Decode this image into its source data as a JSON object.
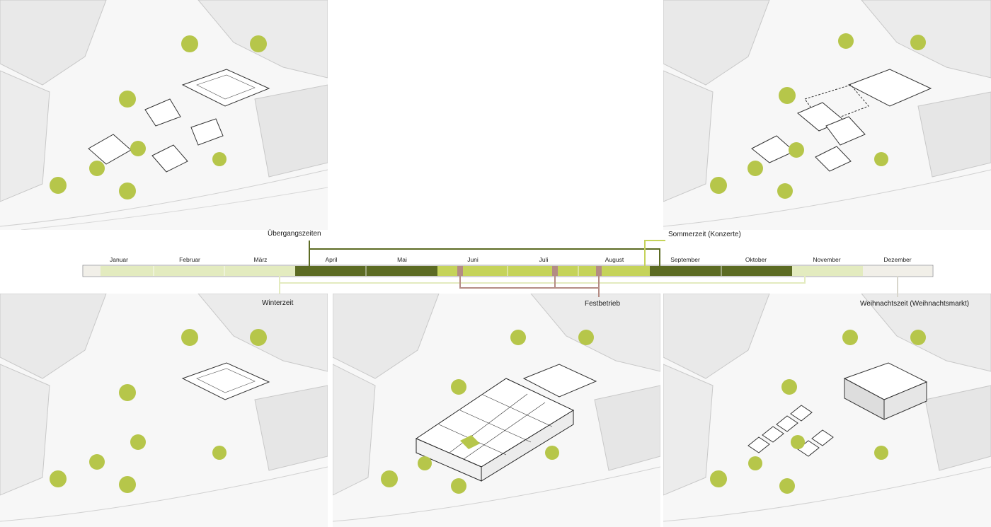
{
  "months": [
    "Januar",
    "Februar",
    "März",
    "April",
    "Mai",
    "Juni",
    "Juli",
    "August",
    "September",
    "Oktober",
    "November",
    "Dezember"
  ],
  "labels": {
    "transition": "Übergangszeiten",
    "summer": "Sommerzeit (Konzerte)",
    "winter": "Winterzeit",
    "festival": "Festbetrieb",
    "christmas": "Weihnachtszeit (Weihnachtsmarkt)"
  },
  "colors": {
    "dark_green": "#5c6b23",
    "light_green": "#c5d35a",
    "pale_green": "#e3ebbf",
    "mauve": "#b48c84",
    "beige": "#f1efe8",
    "tree": "#b6c64a"
  }
}
